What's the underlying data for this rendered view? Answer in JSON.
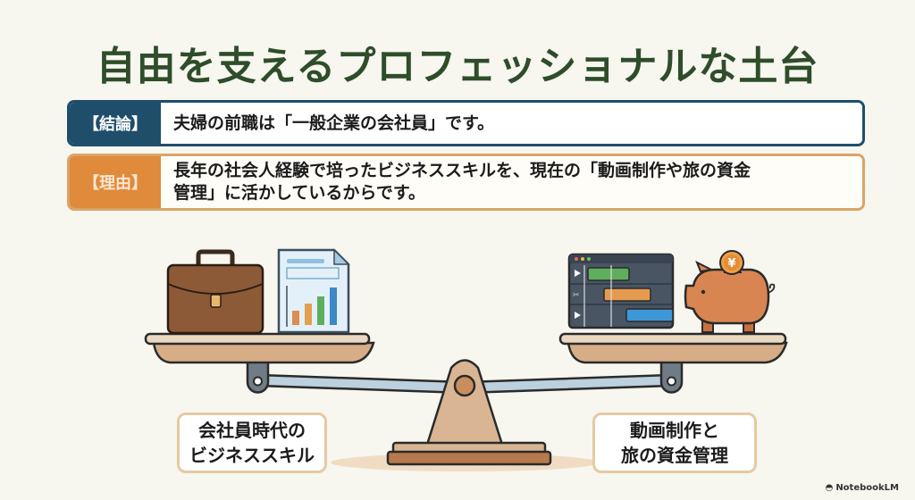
{
  "title": "自由を支えるプロフェッショナルな土台",
  "conclusion": {
    "tag": "【結論】",
    "text": "夫婦の前職は「一般企業の会社員」です。",
    "color": "#1f4e6b"
  },
  "reason": {
    "tag": "【理由】",
    "line1": "長年の社会人経験で培ったビジネススキルを、現在の「動画制作や旅の資金",
    "line2": "管理」に活かしているからです。",
    "color": "#e08a3c"
  },
  "scale": {
    "left_pan_items": [
      "briefcase-icon",
      "chart-document-icon"
    ],
    "right_pan_items": [
      "video-editor-timeline-icon",
      "piggy-bank-icon"
    ],
    "coin_symbol": "¥",
    "left_label": {
      "line1": "会社員時代の",
      "line2": "ビジネススキル"
    },
    "right_label": {
      "line1": "動画制作と",
      "line2": "旅の資金管理"
    }
  },
  "brand": "NotebookLM"
}
